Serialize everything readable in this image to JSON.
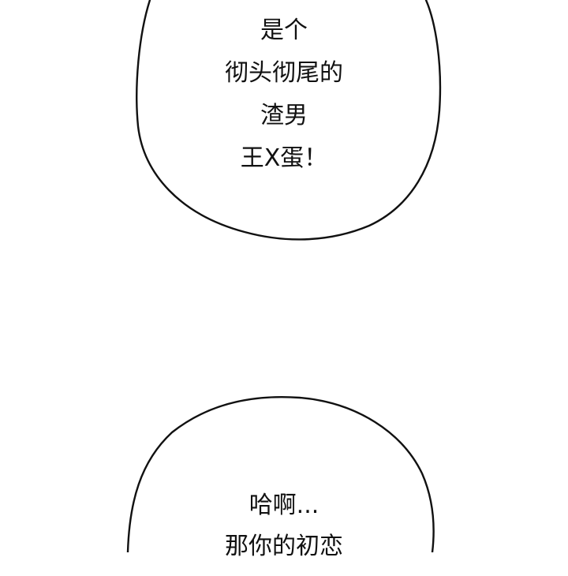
{
  "bubbles": [
    {
      "lines": [
        "是个",
        "彻头彻尾的",
        "渣男",
        "王X蛋！"
      ]
    },
    {
      "lines": [
        "哈啊...",
        "那你的初恋"
      ]
    }
  ]
}
